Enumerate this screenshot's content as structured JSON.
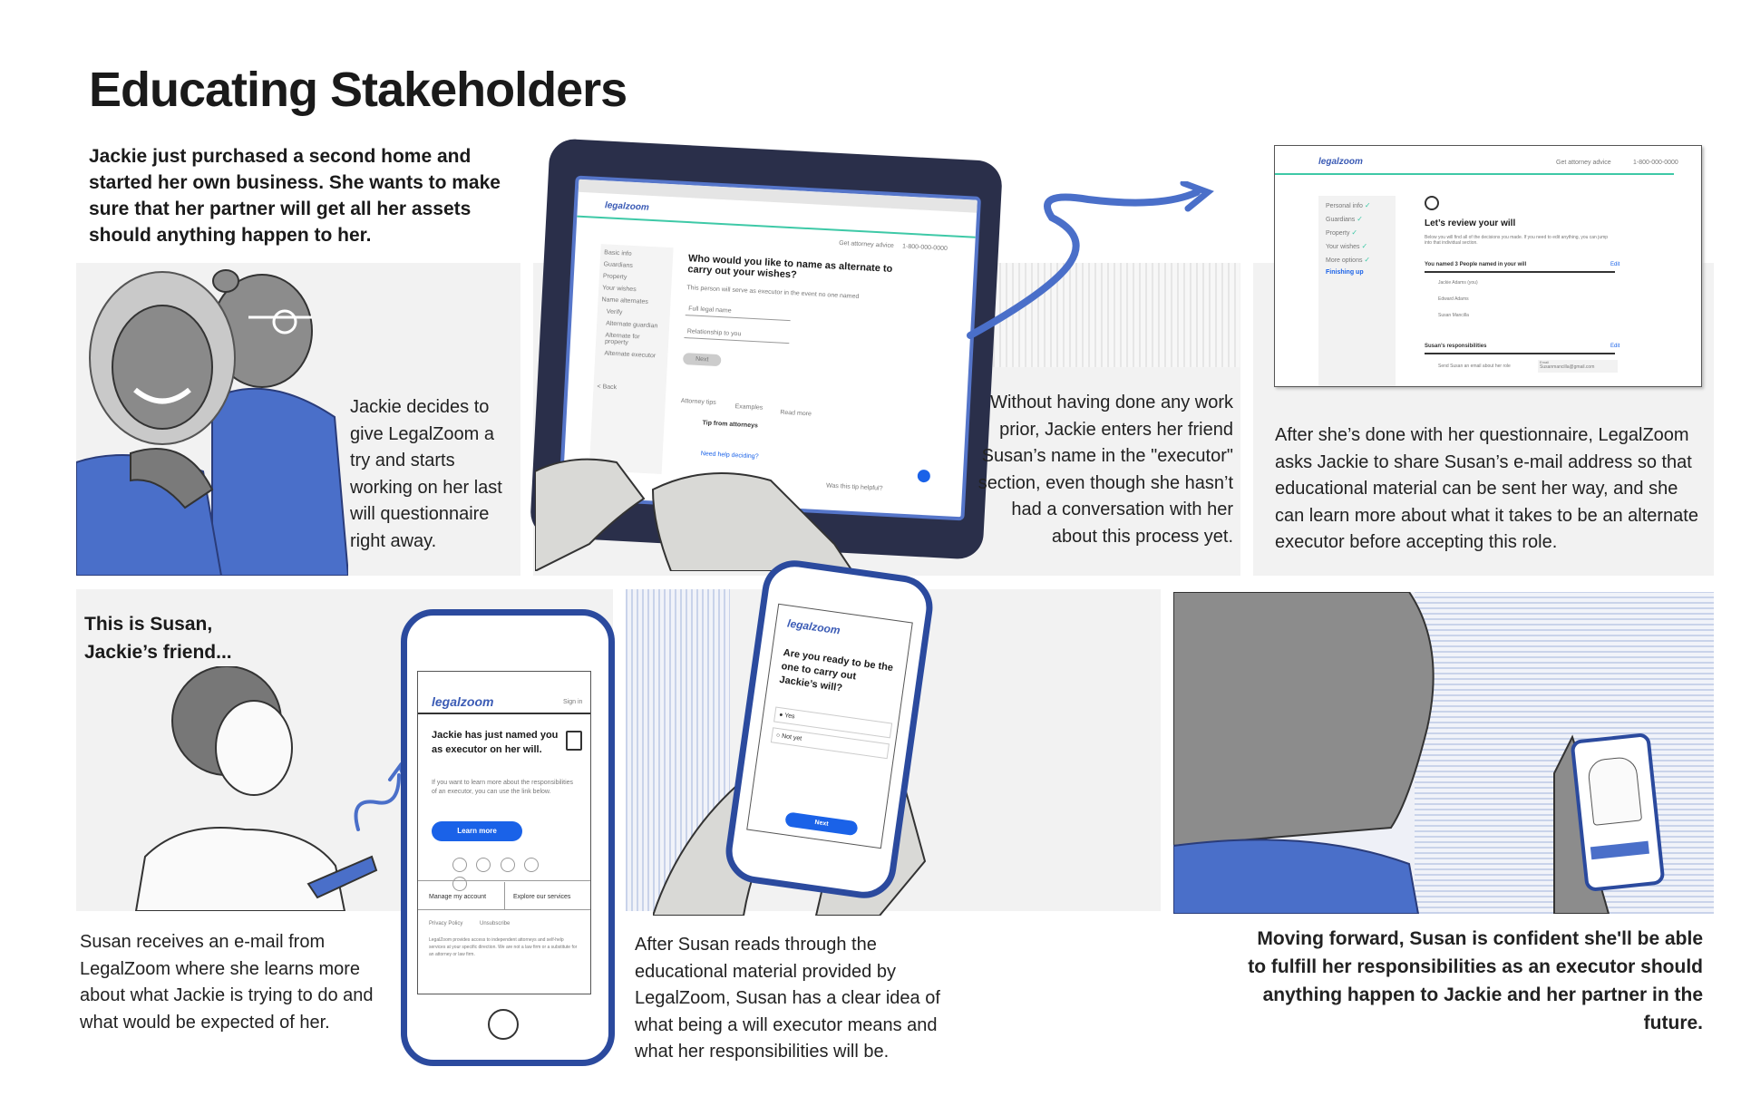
{
  "title": "Educating Stakeholders",
  "intro": "Jackie just purchased a second home and started her own business. She wants to make sure that her partner will get all her assets should anything happen to her.",
  "captions": {
    "panel1": "Jackie decides to give LegalZoom a try and starts working on her last will questionnaire right away.",
    "panel2": "Without having done any work prior,  Jackie enters her friend Susan’s name in the \"executor\" section, even though she hasn’t had a conversation with her about this process yet.",
    "panel3": "After she’s done with her questionnaire, LegalZoom asks Jackie to share Susan’s e-mail address so that educational material can be sent her way, and she can learn more about what it takes to be an alternate executor before accepting this role.",
    "susan_heading": "This is Susan, Jackie’s friend...",
    "panel4": "Susan receives an e-mail from LegalZoom where she learns more about what Jackie is trying to do and what would be expected of her.",
    "panel5": "After Susan reads through the educational material provided by LegalZoom, Susan has a clear idea of what being a will executor means and what her responsibilities will be.",
    "panel6": "Moving forward, Susan is confident she'll be able to fulfill her responsibilities as an executor should anything happen to Jackie and her partner in the future."
  },
  "laptop_ui": {
    "logo": "legalzoom",
    "header_links": [
      "Get attorney advice",
      "1-800-000-0000"
    ],
    "sidebar": [
      "Basic info",
      "Guardians",
      "Property",
      "Your wishes",
      "Name alternates",
      "Verify",
      "Alternate guardian",
      "Alternate for property",
      "Alternate executor"
    ],
    "back": "< Back",
    "question": "Who would you like to name as alternate to carry out your wishes?",
    "subtext": "This person will serve as executor in the event no one named",
    "field1": "Full legal name",
    "field2": "Relationship to you",
    "next": "Next",
    "tabs": [
      "Attorney tips",
      "Examples",
      "Read more"
    ],
    "tip_title": "Tip from attorneys",
    "help_link": "Need help deciding?",
    "feedback": "Was this tip helpful?"
  },
  "review_ui": {
    "logo": "legalzoom",
    "header_links": [
      "Get attorney advice",
      "1-800-000-0000"
    ],
    "sidebar": [
      "Personal info",
      "Guardians",
      "Property",
      "Your wishes",
      "More options",
      "Finishing up"
    ],
    "heading": "Let’s review your will",
    "subtext": "Below you will find all of the decisions you made. If you need to edit anything, you can jump into that individual section.",
    "named_label": "You named 3 People named in your will",
    "edit": "Edit",
    "people": [
      "Jackie Adams (you)",
      "Edward Adams",
      "Susan Mancilla"
    ],
    "responsibilities_label": "Susan’s responsibilities",
    "send_label": "Send Susan an email about her role",
    "email_label": "Email",
    "email_value": "Susanmancilla@gmail.com"
  },
  "email_ui": {
    "logo": "legalzoom",
    "sign_in": "Sign in",
    "heading": "Jackie has just named you as executor on her will.",
    "body": "If you want to learn more about the responsibilities of an executor, you can use the link below.",
    "button": "Learn more",
    "footer_links": [
      "Manage my account",
      "Explore our services"
    ],
    "legal_links": [
      "Privacy Policy",
      "Unsubscribe"
    ],
    "fine_print": "LegalZoom provides access to independent attorneys and self-help services at your specific direction. We are not a law firm or a substitute for an attorney or law firm."
  },
  "phone_ui": {
    "logo": "legalzoom",
    "question": "Are you ready to be the one to carry out Jackie’s will?",
    "options": [
      "Yes",
      "Not yet"
    ],
    "next": "Next"
  },
  "colors": {
    "accent_blue": "#4a6fc9",
    "brand_blue": "#1a62e8",
    "teal": "#3ec9a7",
    "panel_gray": "#f2f2f2"
  }
}
